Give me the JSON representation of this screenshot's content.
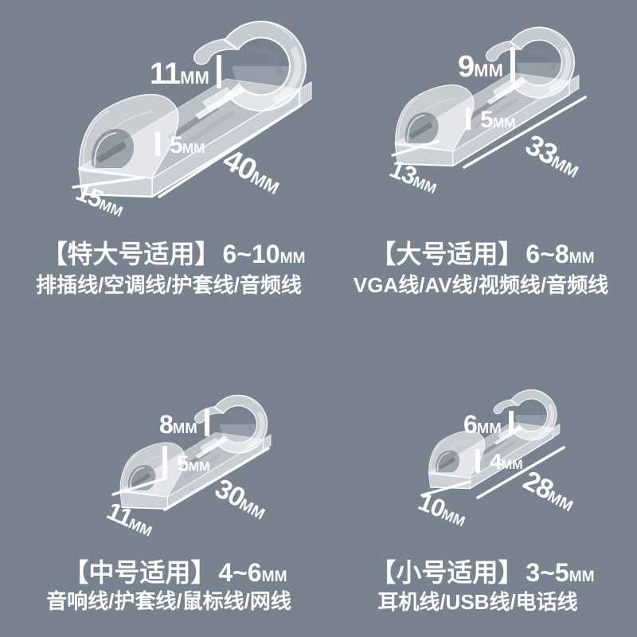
{
  "background_color": "#78838f",
  "text_color": "#ffffff",
  "quadrants": [
    {
      "name": "extra-large",
      "hook_height": {
        "value": "11",
        "unit": "MM"
      },
      "base_thickness": {
        "value": "5",
        "unit": "MM"
      },
      "length": {
        "value": "40",
        "unit": "MM"
      },
      "width": {
        "value": "15",
        "unit": "MM"
      },
      "title": "【特大号适用】",
      "range": {
        "value": "6~10",
        "unit": "MM"
      },
      "subtitle": "排插线/空调线/护套线/音频线"
    },
    {
      "name": "large",
      "hook_height": {
        "value": "9",
        "unit": "MM"
      },
      "base_thickness": {
        "value": "5",
        "unit": "MM"
      },
      "length": {
        "value": "33",
        "unit": "MM"
      },
      "width": {
        "value": "13",
        "unit": "MM"
      },
      "title": "【大号适用】",
      "range": {
        "value": "6~8",
        "unit": "MM"
      },
      "subtitle": "VGA线/AV线/视频线/音频线"
    },
    {
      "name": "medium",
      "hook_height": {
        "value": "8",
        "unit": "MM"
      },
      "base_thickness": {
        "value": "5",
        "unit": "MM"
      },
      "length": {
        "value": "30",
        "unit": "MM"
      },
      "width": {
        "value": "11",
        "unit": "MM"
      },
      "title": "【中号适用】",
      "range": {
        "value": "4~6",
        "unit": "MM"
      },
      "subtitle": "音响线/护套线/鼠标线/网线"
    },
    {
      "name": "small",
      "hook_height": {
        "value": "6",
        "unit": "MM"
      },
      "base_thickness": {
        "value": "4",
        "unit": "MM"
      },
      "length": {
        "value": "28",
        "unit": "MM"
      },
      "width": {
        "value": "10",
        "unit": "MM"
      },
      "title": "【小号适用】",
      "range": {
        "value": "3~5",
        "unit": "MM"
      },
      "subtitle": "耳机线/USB线/电话线"
    }
  ]
}
